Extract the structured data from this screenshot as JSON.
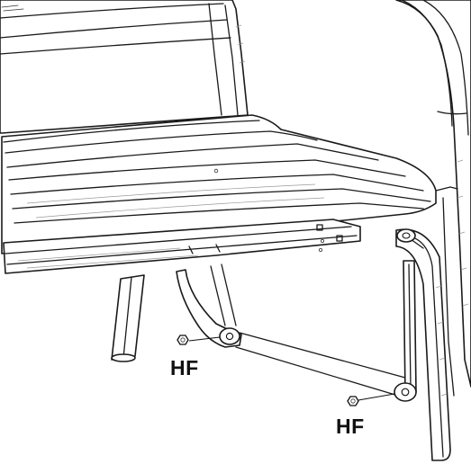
{
  "callouts": [
    {
      "id": "hf-1",
      "text": "HF"
    },
    {
      "id": "hf-2",
      "text": "HF"
    }
  ],
  "colors": {
    "line": "#1a1a1a",
    "background": "#ffffff",
    "shading": "#9a9a9a"
  },
  "parts": [
    "bench-backrest",
    "bench-seat",
    "front-rail",
    "right-armrest-frame",
    "right-rear-leg-frame",
    "left-leg",
    "left-pivot-bracket",
    "right-pivot-bracket",
    "crossbar",
    "hex-nut-left",
    "hex-nut-right"
  ]
}
